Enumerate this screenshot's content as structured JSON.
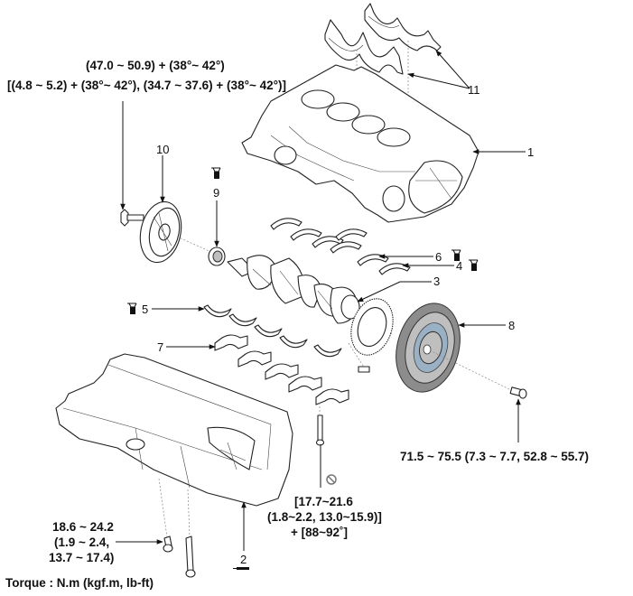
{
  "title": "Cylinder Block Components Exploded View",
  "callouts": [
    {
      "id": "1",
      "label": "1",
      "part": "cylinder-block"
    },
    {
      "id": "2",
      "label": "2",
      "part": "lower-crankcase-oil-pan"
    },
    {
      "id": "3",
      "label": "3",
      "part": "crankshaft"
    },
    {
      "id": "4",
      "label": "4",
      "part": "upper-main-bearing"
    },
    {
      "id": "5",
      "label": "5",
      "part": "lower-main-bearing"
    },
    {
      "id": "6",
      "label": "6",
      "part": "thrust-bearing"
    },
    {
      "id": "7",
      "label": "7",
      "part": "main-bearing-cap"
    },
    {
      "id": "8",
      "label": "8",
      "part": "flywheel"
    },
    {
      "id": "9",
      "label": "9",
      "part": "front-oil-seal"
    },
    {
      "id": "10",
      "label": "10",
      "part": "crankshaft-pulley"
    },
    {
      "id": "11",
      "label": "11",
      "part": "water-jacket-insert"
    }
  ],
  "torque_specs": {
    "pulley_bolt_line1": "(47.0 ~ 50.9) + (38°~ 42°)",
    "pulley_bolt_line2": "[(4.8 ~ 5.2) + (38°~ 42°), (34.7 ~ 37.6) + (38°~ 42°)]",
    "flywheel_bolt": "71.5 ~ 75.5 (7.3 ~ 7.7, 52.8 ~ 55.7)",
    "bearing_cap_bolt_line1": "[17.7~21.6",
    "bearing_cap_bolt_line2": "(1.8~2.2, 13.0~15.9)]",
    "bearing_cap_bolt_line3": "+ [88~92˚]",
    "oilpan_bolt_line1": "18.6 ~ 24.2",
    "oilpan_bolt_line2": "(1.9 ~ 2.4,",
    "oilpan_bolt_line3": "13.7 ~ 17.4)"
  },
  "footer": {
    "torque_unit_note": "Torque : N.m (kgf.m, lb-ft)"
  },
  "symbols": {
    "oil_can": "oil-can-icon",
    "do_not_reuse": "prohibited-icon",
    "sealant": "sealant-tube-icon"
  }
}
